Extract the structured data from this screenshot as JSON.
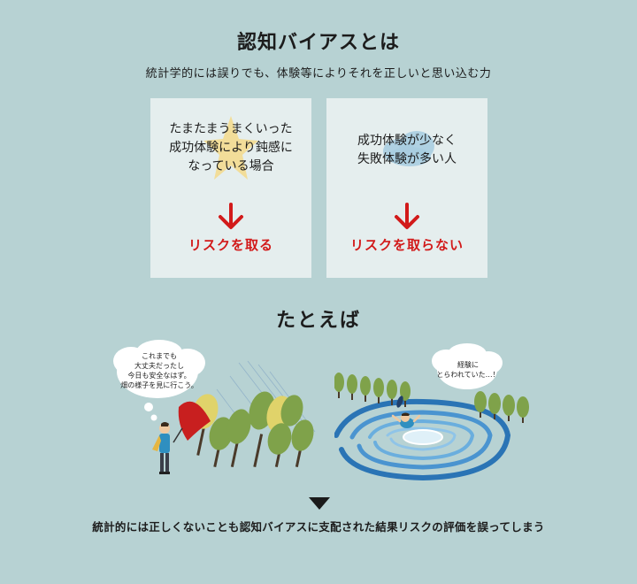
{
  "title": "認知バイアスとは",
  "subtitle": "統計学的には誤りでも、体験等によりそれを正しいと思い込む力",
  "cards": [
    {
      "lines": [
        "たまたまうまくいった",
        "成功体験により鈍感に",
        "なっている場合"
      ],
      "result": "リスクを取る",
      "icon": "star-icon"
    },
    {
      "lines": [
        "成功体験が少なく",
        "失敗体験が多い人"
      ],
      "result": "リスクを取らない",
      "icon": "cloud-icon"
    }
  ],
  "example_title": "たとえば",
  "examples": [
    {
      "bubble_lines": [
        "これまでも",
        "大丈夫だったし",
        "今日も安全なはず。",
        "畑の様子を見に行こう。"
      ]
    },
    {
      "bubble_lines": [
        "経験に",
        "とらわれていた…！"
      ]
    }
  ],
  "conclusion": "統計的には正しくないことも認知バイアスに支配された結果リスクの評価を誤ってしまう",
  "colors": {
    "background": "#b7d2d3",
    "card": "#e5eeee",
    "accent_red": "#d21a1a",
    "tree_green": "#7fa24a",
    "water_blue": "#3a86c8"
  }
}
